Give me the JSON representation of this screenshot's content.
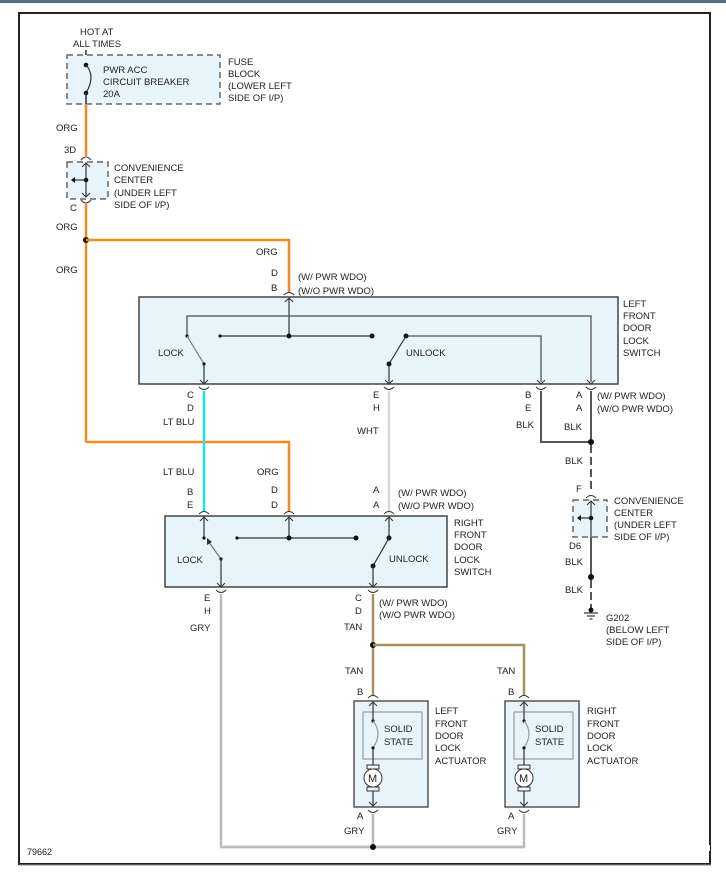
{
  "diagram_id": "79662",
  "colors": {
    "org": "#f7891f",
    "lt_blu": "#22e6e8",
    "wht": "#d8d8d8",
    "gry": "#bcbcbc",
    "tan": "#a8915a",
    "blk": "#555555",
    "component_fill": "#e8f4fc",
    "component_stroke": "#555555",
    "line_dark": "#333333"
  },
  "labels": {
    "hot_at_all_times": [
      "HOT AT",
      "ALL TIMES"
    ],
    "fuse_block": {
      "inner": [
        "PWR ACC",
        "CIRCUIT BREAKER",
        "20A"
      ],
      "outer": [
        "FUSE",
        "BLOCK",
        "(LOWER LEFT",
        "SIDE OF I/P)"
      ]
    },
    "conv_center_top": {
      "name": [
        "CONVENIENCE",
        "CENTER",
        "(UNDER LEFT",
        "SIDE OF I/P)"
      ],
      "pin_in": "3D",
      "pin_out": "C"
    },
    "conv_center_bottom": {
      "name": [
        "CONVENIENCE",
        "CENTER",
        "(UNDER LEFT",
        "SIDE OF I/P)"
      ],
      "pin_in": "F",
      "pin_out": "D6"
    },
    "ground": [
      "G202",
      "(BELOW LEFT",
      "SIDE OF I/P)"
    ],
    "left_switch": {
      "name": [
        "LEFT",
        "FRONT",
        "DOOR",
        "LOCK",
        "SWITCH"
      ],
      "lock": "LOCK",
      "unlock": "UNLOCK",
      "top_pins": [
        "D",
        "B"
      ],
      "top_notes": [
        "(W/ PWR WDO)",
        "(W/O PWR WDO)"
      ],
      "lock_pins": [
        "C",
        "D"
      ],
      "unlock_pins": [
        "E",
        "H"
      ],
      "gnd1_pins": [
        "B",
        "E"
      ],
      "gnd2_pins": [
        "A",
        "A"
      ],
      "gnd2_notes": [
        "(W/ PWR WDO)",
        "(W/O PWR WDO)"
      ]
    },
    "right_switch": {
      "name": [
        "RIGHT",
        "FRONT",
        "DOOR",
        "LOCK",
        "SWITCH"
      ],
      "lock": "LOCK",
      "unlock": "UNLOCK",
      "lock_in_pins": [
        "B",
        "E"
      ],
      "pwr_pins": [
        "D",
        "D"
      ],
      "unlock_in_pins": [
        "A",
        "A"
      ],
      "unlock_in_notes": [
        "(W/ PWR WDO)",
        "(W/O PWR WDO)"
      ],
      "lock_out_pins": [
        "E",
        "H"
      ],
      "unlock_out_pins": [
        "C",
        "D"
      ],
      "unlock_out_notes": [
        "(W/ PWR WDO)",
        "(W/O PWR WDO)"
      ]
    },
    "left_actuator": {
      "name": [
        "LEFT",
        "FRONT",
        "DOOR",
        "LOCK",
        "ACTUATOR"
      ],
      "inner": [
        "SOLID",
        "STATE"
      ],
      "motor": "M",
      "pin_top": "B",
      "pin_bottom": "A"
    },
    "right_actuator": {
      "name": [
        "RIGHT",
        "FRONT",
        "DOOR",
        "LOCK",
        "ACTUATOR"
      ],
      "inner": [
        "SOLID",
        "STATE"
      ],
      "motor": "M",
      "pin_top": "B",
      "pin_bottom": "A"
    },
    "wires": {
      "org_1": "ORG",
      "org_2": "ORG",
      "org_3": "ORG",
      "org_4": "ORG",
      "org_5": "ORG",
      "lt_blu_1": "LT BLU",
      "lt_blu_2": "LT BLU",
      "wht": "WHT",
      "blk_1": "BLK",
      "blk_2": "BLK",
      "blk_3": "BLK",
      "blk_4": "BLK",
      "blk_5": "BLK",
      "gry_1": "GRY",
      "gry_2": "GRY",
      "gry_3": "GRY",
      "tan_1": "TAN",
      "tan_2": "TAN",
      "tan_3": "TAN"
    }
  }
}
